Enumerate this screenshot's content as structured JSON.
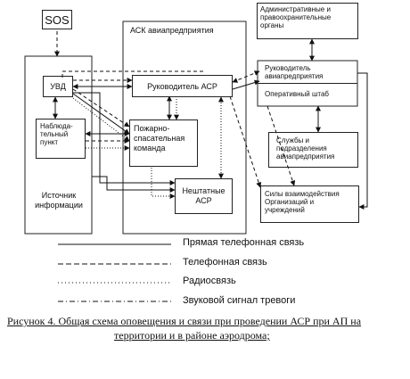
{
  "nodes": {
    "sos": "SOS",
    "ask": "АСК авиапредприятия",
    "uvd": "УВД",
    "rukovoditel_asr": "Руководитель АСР",
    "nablyud": "Наблюда-\nтельный\nпункт",
    "pozharno": "Пожарно-\nспасательная\nкоманда",
    "nesht": "Нештатные\nАСР",
    "istochnik": "Источник\nинформации",
    "admin": "Административные и\nправоохранительные\nорганы",
    "ruk_avia": "Руководитель\nавиапредприятия",
    "operativ": "Оперативный штаб",
    "sluzhby": "Службы и\nподразделения\nавиапредприятия",
    "sily": "Силы взаимодействия\nОрганизаций и\nучреждений"
  },
  "legend": [
    {
      "label": "Прямая телефонная связь",
      "style": "solid"
    },
    {
      "label": "Телефонная связь",
      "style": "dashed"
    },
    {
      "label": "Радиосвязь",
      "style": "dotted"
    },
    {
      "label": "Звуковой сигнал тревоги",
      "style": "dashdot"
    }
  ],
  "caption": {
    "line1": "Рисунок 4. Общая схема оповещения и связи при проведении АСР при АП на",
    "line2": "территории и в районе аэродрома;"
  }
}
